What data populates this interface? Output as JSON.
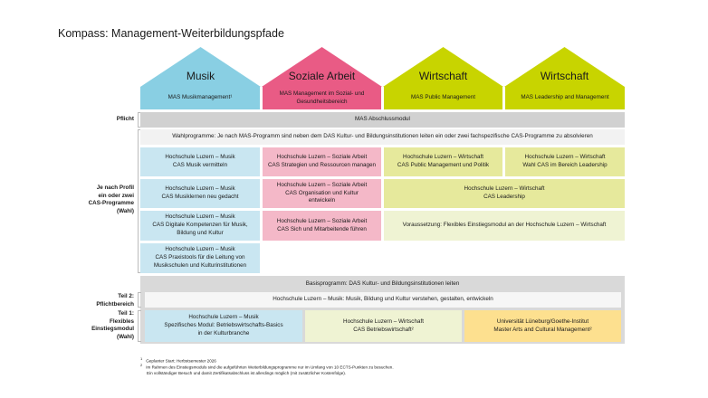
{
  "title": "Kompass: Management-Weiterbildungspfade",
  "colors": {
    "musik": "#89cfe3",
    "sozial": "#e95b85",
    "wirtschaft": "#c8d400",
    "musik_light": "#c9e6f1",
    "sozial_light": "#f4b8c8",
    "wirtschaft_light": "#e6e99c",
    "wirtschaft_pale": "#eff3d3",
    "yellow": "#fde08f",
    "gray": "#d1d1d1",
    "gray_light": "#f2f2f2"
  },
  "roofs": [
    "Musik",
    "Soziale Arbeit",
    "Wirtschaft",
    "Wirtschaft"
  ],
  "mas": [
    "MAS Musikmanagement¹",
    "MAS Management im Sozial- und\nGesundheitsbereich",
    "MAS Public Management",
    "MAS Leadership and Management"
  ],
  "labels": {
    "pflicht": "Pflicht",
    "profil": "Je nach Profil\nein oder zwei\nCAS-Programme\n(Wahl)",
    "teil2": "Teil 2:\nPflichtbereich",
    "teil1": "Teil 1:\nFlexibles\nEinstiegsmodul\n(Wahl)"
  },
  "abschluss": "MAS Abschlussmodul",
  "wahl": "Wahlprogramme: Je nach MAS-Programm sind neben dem DAS Kultur- und Bildungsinstitutionen leiten ein oder zwei fachspezifische CAS-Programme zu absolvieren",
  "cas": {
    "musik": [
      "Hochschule Luzern – Musik\nCAS Musik vermitteln",
      "Hochschule Luzern – Musik\nCAS Musiklernen neu gedacht",
      "Hochschule Luzern – Musik\nCAS Digitale Kompetenzen für Musik,\nBildung und Kultur",
      "Hochschule Luzern – Musik\nCAS Praxistools für die Leitung von\nMusikschulen und Kulturinstitutionen"
    ],
    "sozial": [
      "Hochschule Luzern – Soziale Arbeit\nCAS Strategien und Ressourcen managen",
      "Hochschule Luzern – Soziale Arbeit\nCAS Organisation und Kultur\nentwickeln",
      "Hochschule Luzern – Soziale Arbeit\nCAS Sich und Mitarbeitende führen"
    ],
    "w1": "Hochschule Luzern – Wirtschaft\nCAS Public Management und Politik",
    "w2": "Hochschule Luzern – Wirtschaft\nWahl CAS im Bereich Leadership",
    "w3": "Hochschule Luzern – Wirtschaft\nCAS Leadership",
    "w4": "Voraussetzung: Flexibles Einstiegsmodul an der Hochschule Luzern – Wirtschaft"
  },
  "basis": "Basisprogramm: DAS Kultur- und Bildungsinstitutionen leiten",
  "teil2": "Hochschule Luzern – Musik: Musik, Bildung und Kultur verstehen, gestalten, entwickeln",
  "teil1": [
    "Hochschule Luzern – Musik\nSpezifisches Modul: Betriebswirtschafts-Basics\nin der Kulturbranche",
    "Hochschule Luzern – Wirtschaft\nCAS Betriebswirtschaft²",
    "Universität Lüneburg/Goethe-Institut\nMaster Arts and Cultural Management²"
  ],
  "footnotes": [
    {
      "mark": "1",
      "text": "Geplanter Start: Herbstsemester 2026"
    },
    {
      "mark": "2",
      "text": "Im Rahmen des Einstiegsmoduls sind die aufgeführten Weiterbildungsprogramme nur im Umfang von 10 ECTS-Punkten zu besuchen.\nEin vollständiger Besuch und damit Zertifikatsabschluss ist allerdings möglich (mit zusätzlicher Kostenfolge)."
    }
  ]
}
